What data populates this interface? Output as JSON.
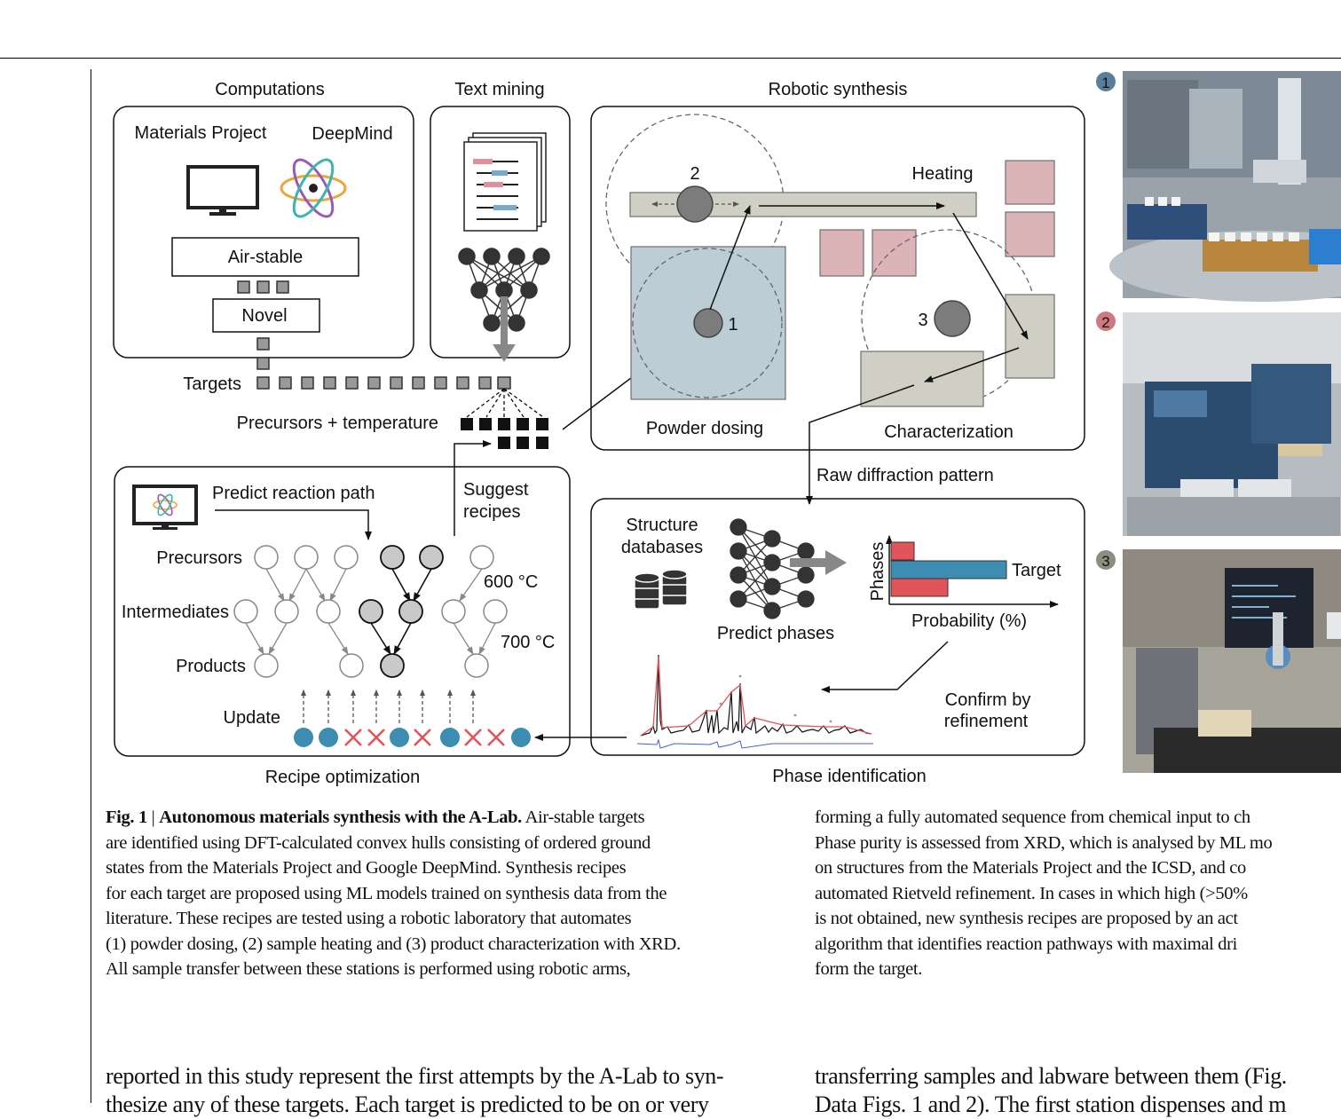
{
  "figure": {
    "sections": {
      "computations": "Computations",
      "text_mining": "Text mining",
      "robotic_synthesis": "Robotic synthesis",
      "recipe_optimization": "Recipe optimization",
      "phase_identification": "Phase identification"
    },
    "computations": {
      "materials_project": "Materials Project",
      "deepmind": "DeepMind",
      "air_stable": "Air-stable",
      "novel": "Novel"
    },
    "targets_label": "Targets",
    "precursors_label": "Precursors + temperature",
    "synthesis": {
      "heating": "Heating",
      "powder_dosing": "Powder dosing",
      "characterization": "Characterization",
      "station1": "1",
      "station2": "2",
      "station3": "3"
    },
    "raw_diffraction": "Raw diffraction pattern",
    "recipe": {
      "predict_reaction_path": "Predict reaction path",
      "suggest": "Suggest",
      "recipes": "recipes",
      "precursors": "Precursors",
      "intermediates": "Intermediates",
      "products": "Products",
      "update": "Update",
      "temp1": "600 °C",
      "temp2": "700 °C"
    },
    "phase": {
      "structure": "Structure",
      "databases": "databases",
      "predict_phases": "Predict phases",
      "phases_axis": "Phases",
      "probability_axis": "Probability (%)",
      "target": "Target",
      "confirm": "Confirm by",
      "refinement": "refinement"
    },
    "photo_numbers": [
      "1",
      "2",
      "3"
    ],
    "colors": {
      "dosing_fill": "#bccdd6",
      "heating_fill": "#dcb3b7",
      "bar_fill": "#cfcfc3",
      "blue": "#3d8db3",
      "red": "#e0545a",
      "node_grey": "#c9c9c9"
    }
  },
  "caption": {
    "lines_left": [
      "are identified using DFT-calculated convex hulls consisting of ordered ground",
      "states from the Materials Project and Google DeepMind. Synthesis recipes",
      "for each target are proposed using ML models trained on synthesis data from the",
      "literature. These recipes are tested using a robotic laboratory that automates",
      "(1) powder dosing, (2) sample heating and (3) product characterization with XRD.",
      "All sample transfer between these stations is performed using robotic arms,"
    ],
    "fig_label": "Fig. 1",
    "separator": " | ",
    "fig_title": "Autonomous materials synthesis with the A-Lab.",
    "first_line_rest": " Air-stable targets",
    "lines_right": [
      "forming a fully automated sequence from chemical input to ch",
      "Phase purity is assessed from XRD, which is analysed by ML mo",
      "on structures from the Materials Project and the ICSD, and co",
      "automated Rietveld refinement. In cases in which high (>50%",
      "is not obtained, new synthesis recipes are proposed by an act",
      "algorithm that identifies reaction pathways with maximal dri",
      "form the target."
    ]
  },
  "body_text": {
    "left": [
      "reported in this study represent the first attempts by the A-Lab to syn-",
      "thesize any of these targets. Each target is predicted to be on or very"
    ],
    "right": [
      "transferring samples and labware between them (Fig.",
      "Data Figs. 1 and 2). The first station dispenses and m"
    ]
  }
}
